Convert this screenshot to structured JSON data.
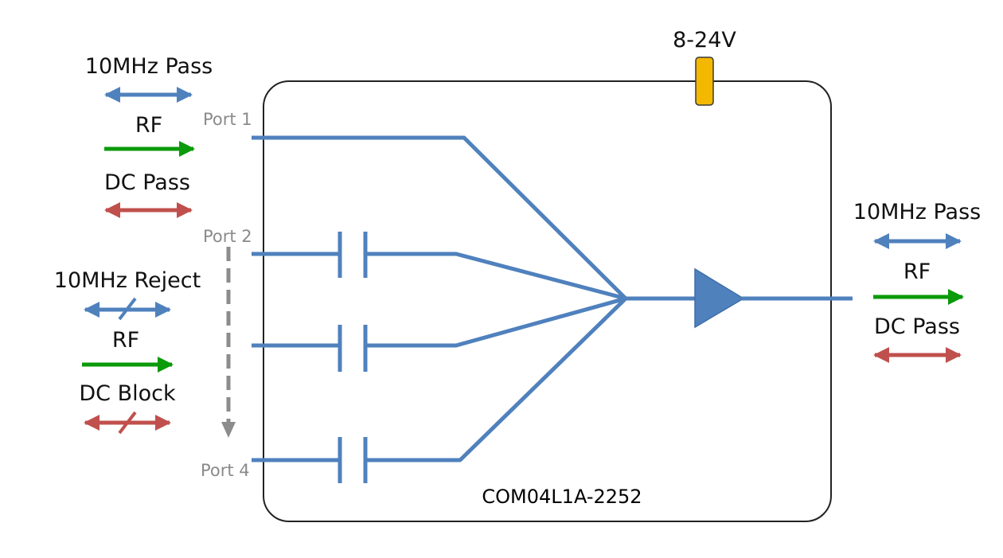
{
  "supply": {
    "voltage_label": "8-24V",
    "color": "#f5b800"
  },
  "module": {
    "part_number": "COM04L1A-2252"
  },
  "ports": {
    "port1": "Port 1",
    "port2": "Port 2",
    "port4": "Port 4"
  },
  "port1_legend": {
    "ref_label": "10MHz Pass",
    "rf_label": "RF",
    "dc_label": "DC Pass"
  },
  "ports2to4_legend": {
    "ref_label": "10MHz Reject",
    "rf_label": "RF",
    "dc_label": "DC Block"
  },
  "output_legend": {
    "ref_label": "10MHz Pass",
    "rf_label": "RF",
    "dc_label": "DC Pass"
  },
  "colors": {
    "signal_line": "#4f81bd",
    "ref_arrow": "#4f81bd",
    "rf_arrow": "#0a9a0a",
    "dc_arrow": "#c0504d",
    "range_arrow": "#8c8c8c",
    "box_border": "#222222"
  }
}
